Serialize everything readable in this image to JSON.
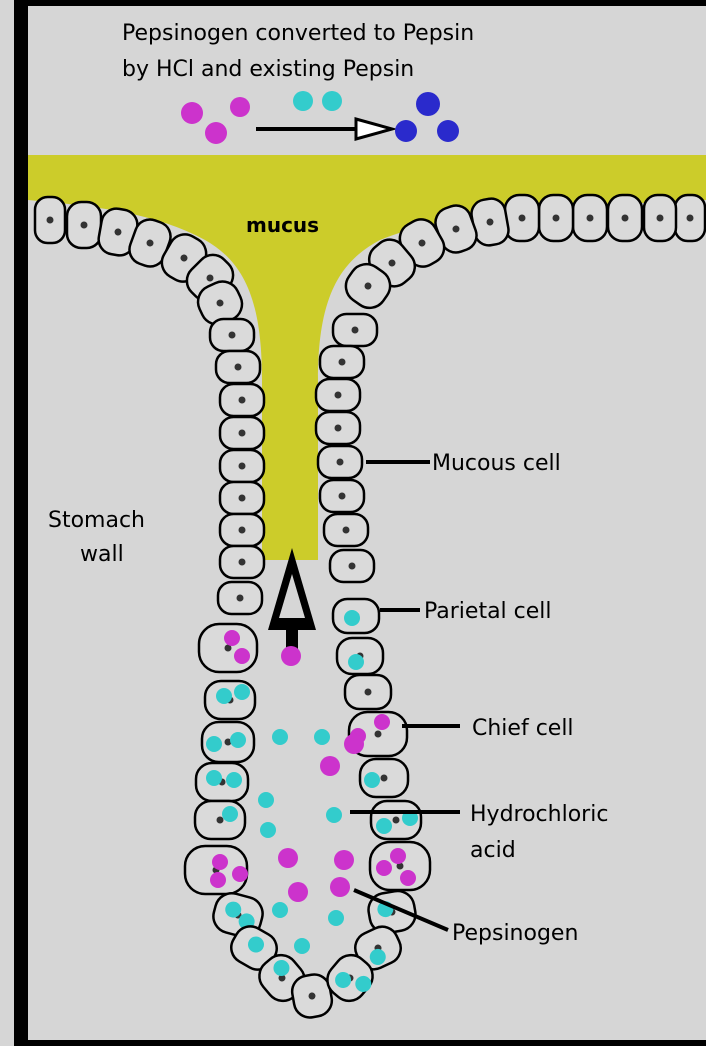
{
  "title": {
    "line1": "Pepsinogen converted to Pepsin",
    "line2": "by HCl and existing Pepsin"
  },
  "labels": {
    "mucus": "mucus",
    "mucous_cell": "Mucous cell",
    "stomach_wall_1": "Stomach",
    "stomach_wall_2": "wall",
    "parietal_cell": "Parietal cell",
    "chief_cell": "Chief cell",
    "hydrochloric_acid_1": "Hydrochloric",
    "hydrochloric_acid_2": "acid",
    "pepsinogen": "Pepsinogen"
  },
  "colors": {
    "background": "#d6d6d6",
    "mucus": "#cccc2a",
    "pepsinogen": "#cc33cc",
    "hcl": "#33cccc",
    "pepsin": "#2a2acc",
    "cell_fill": "#dadada",
    "outline": "#000000"
  }
}
